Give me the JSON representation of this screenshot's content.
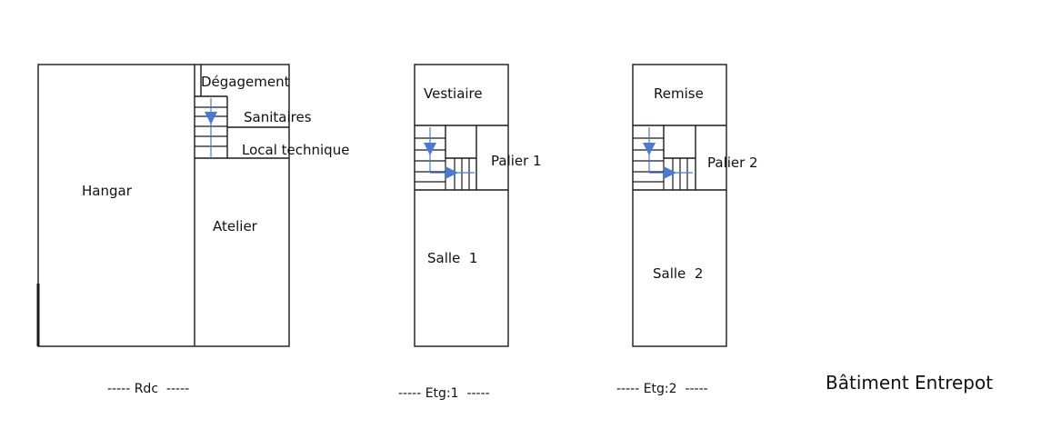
{
  "title": "Bâtiment Entrepot",
  "colors": {
    "wall": "#1a1a1a",
    "stair_arrow": "#4a7bd0",
    "background": "#ffffff"
  },
  "floors": [
    {
      "caption": "----- Rdc  -----",
      "rooms": [
        "Hangar",
        "Dégagement",
        "Sanitaires",
        "Local technique",
        "Atelier"
      ]
    },
    {
      "caption": "----- Etg:1  -----",
      "rooms": [
        "Vestiaire",
        "Palier 1",
        "Salle  1"
      ]
    },
    {
      "caption": "----- Etg:2  -----",
      "rooms": [
        "Remise",
        "Palier 2",
        "Salle  2"
      ]
    }
  ]
}
